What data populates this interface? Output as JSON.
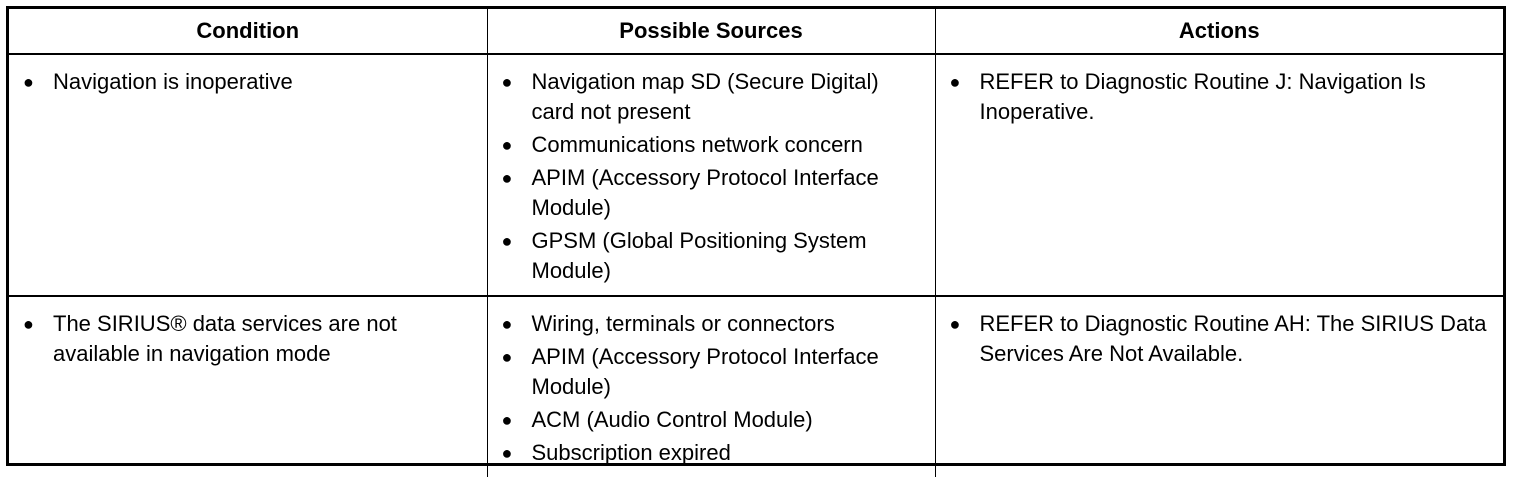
{
  "headers": [
    "Condition",
    "Possible Sources",
    "Actions"
  ],
  "bullet": "●",
  "rows": [
    {
      "condition": [
        "Navigation is inoperative"
      ],
      "sources": [
        "Navigation map SD (Secure Digital) card not present",
        "Communications network concern",
        "APIM (Accessory Protocol Interface Module)",
        "GPSM (Global Positioning System Module)"
      ],
      "actions": [
        "REFER to Diagnostic Routine J: Navigation Is Inoperative."
      ]
    },
    {
      "condition": [
        "The SIRIUS® data services are not available in navigation mode"
      ],
      "sources": [
        "Wiring, terminals or connectors",
        "APIM (Accessory Protocol Interface Module)",
        "ACM (Audio Control Module)",
        "Subscription expired"
      ],
      "actions": [
        "REFER to Diagnostic Routine AH: The SIRIUS Data Services Are Not Available."
      ]
    }
  ]
}
